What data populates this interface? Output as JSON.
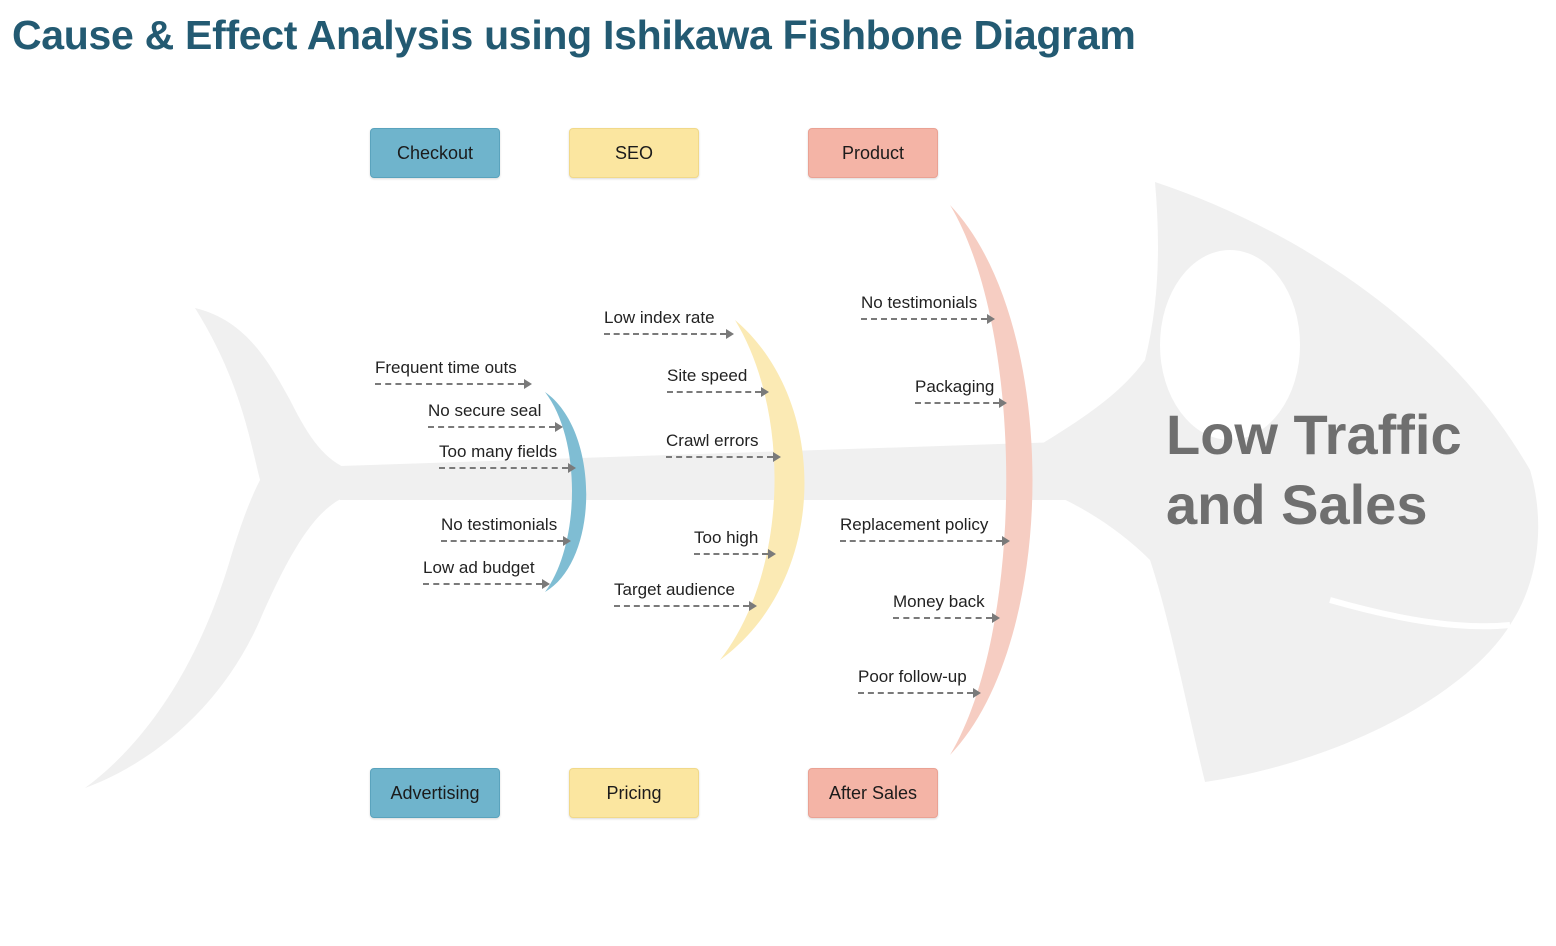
{
  "title": "Cause & Effect Analysis using Ishikawa Fishbone Diagram",
  "effect": {
    "line1": "Low Traffic",
    "line2": "and Sales"
  },
  "colors": {
    "title": "#235a72",
    "checkout_advertising": "#6fb4cc",
    "seo_pricing": "#fbe6a0",
    "product_aftersales": "#f4b4a6",
    "fish": "#f0f0f0",
    "effect_text": "#6f6f6f"
  },
  "categories": {
    "top": [
      {
        "label": "Checkout",
        "color": "#6fb4cc"
      },
      {
        "label": "SEO",
        "color": "#fbe6a0"
      },
      {
        "label": "Product",
        "color": "#f4b4a6"
      }
    ],
    "bottom": [
      {
        "label": "Advertising",
        "color": "#6fb4cc"
      },
      {
        "label": "Pricing",
        "color": "#fbe6a0"
      },
      {
        "label": "After Sales",
        "color": "#f4b4a6"
      }
    ]
  },
  "causes": {
    "checkout": [
      "Frequent time outs",
      "No secure seal",
      "Too many fields"
    ],
    "advertising": [
      "No testimonials",
      "Low ad budget"
    ],
    "seo": [
      "Low index rate",
      "Site speed",
      "Crawl errors"
    ],
    "pricing": [
      "Too high",
      "Target audience"
    ],
    "product": [
      "No testimonials",
      "Packaging"
    ],
    "after_sales": [
      "Replacement policy",
      "Money back",
      "Poor follow-up"
    ]
  }
}
